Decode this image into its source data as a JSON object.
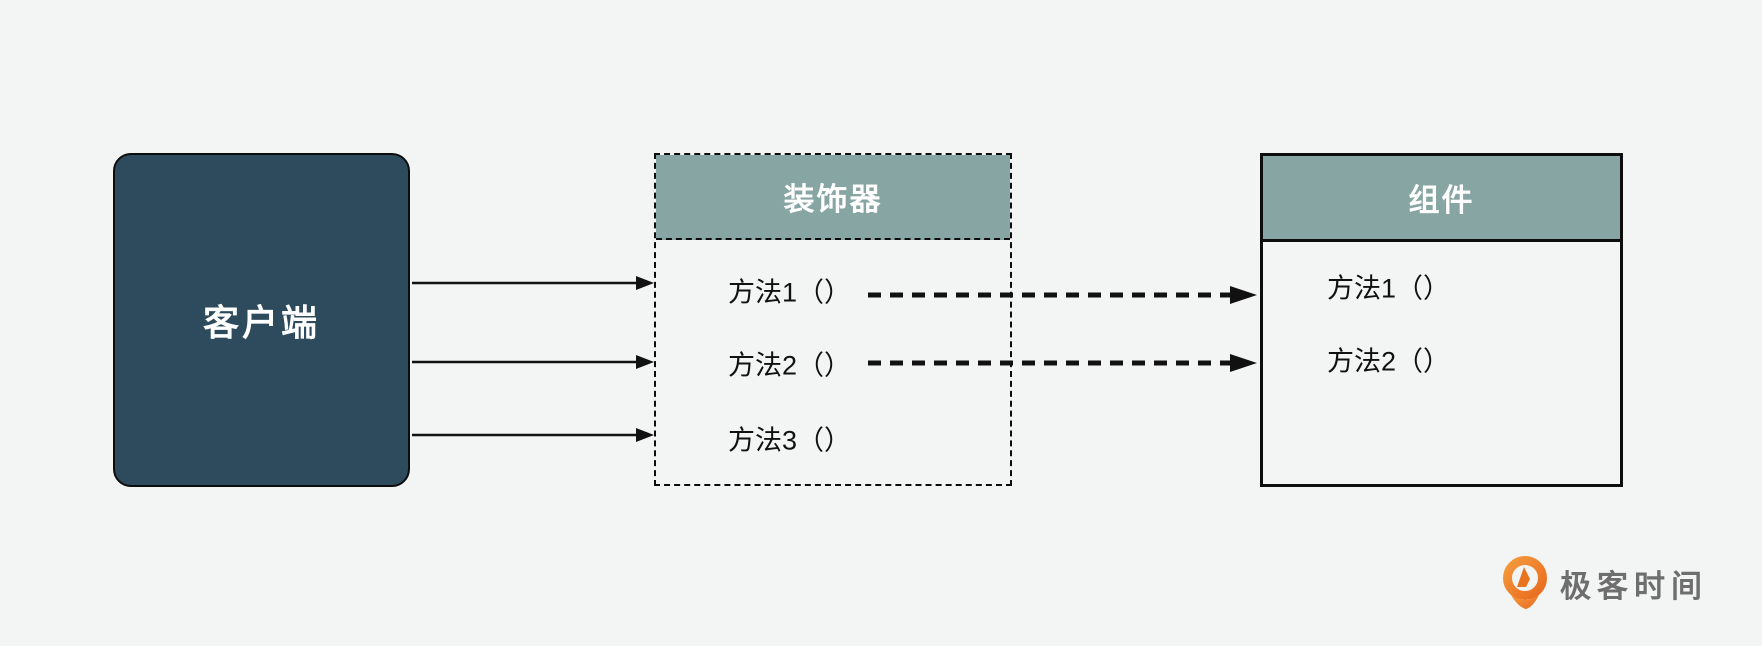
{
  "diagram": {
    "client": {
      "label": "客户端"
    },
    "decorator": {
      "title": "装饰器",
      "methods": [
        "方法1（）",
        "方法2（）",
        "方法3（）"
      ]
    },
    "component": {
      "title": "组件",
      "methods": [
        "方法1（）",
        "方法2（）"
      ]
    },
    "arrows": {
      "client_to_decorator": [
        "方法1",
        "方法2",
        "方法3"
      ],
      "decorator_to_component": [
        "方法1",
        "方法2"
      ]
    }
  },
  "logo": {
    "text": "极客时间",
    "icon": "geektime-logo-icon"
  },
  "colors": {
    "background": "#F3F5F4",
    "client_fill": "#2E4B5D",
    "header_fill": "#87A5A2",
    "border": "#0D0D0D",
    "arrow": "#111111",
    "text_light": "#FFFFFF",
    "text_dark": "#111111",
    "logo_orange": "#EE7B2D",
    "logo_text_gray": "#6E6E6E"
  }
}
